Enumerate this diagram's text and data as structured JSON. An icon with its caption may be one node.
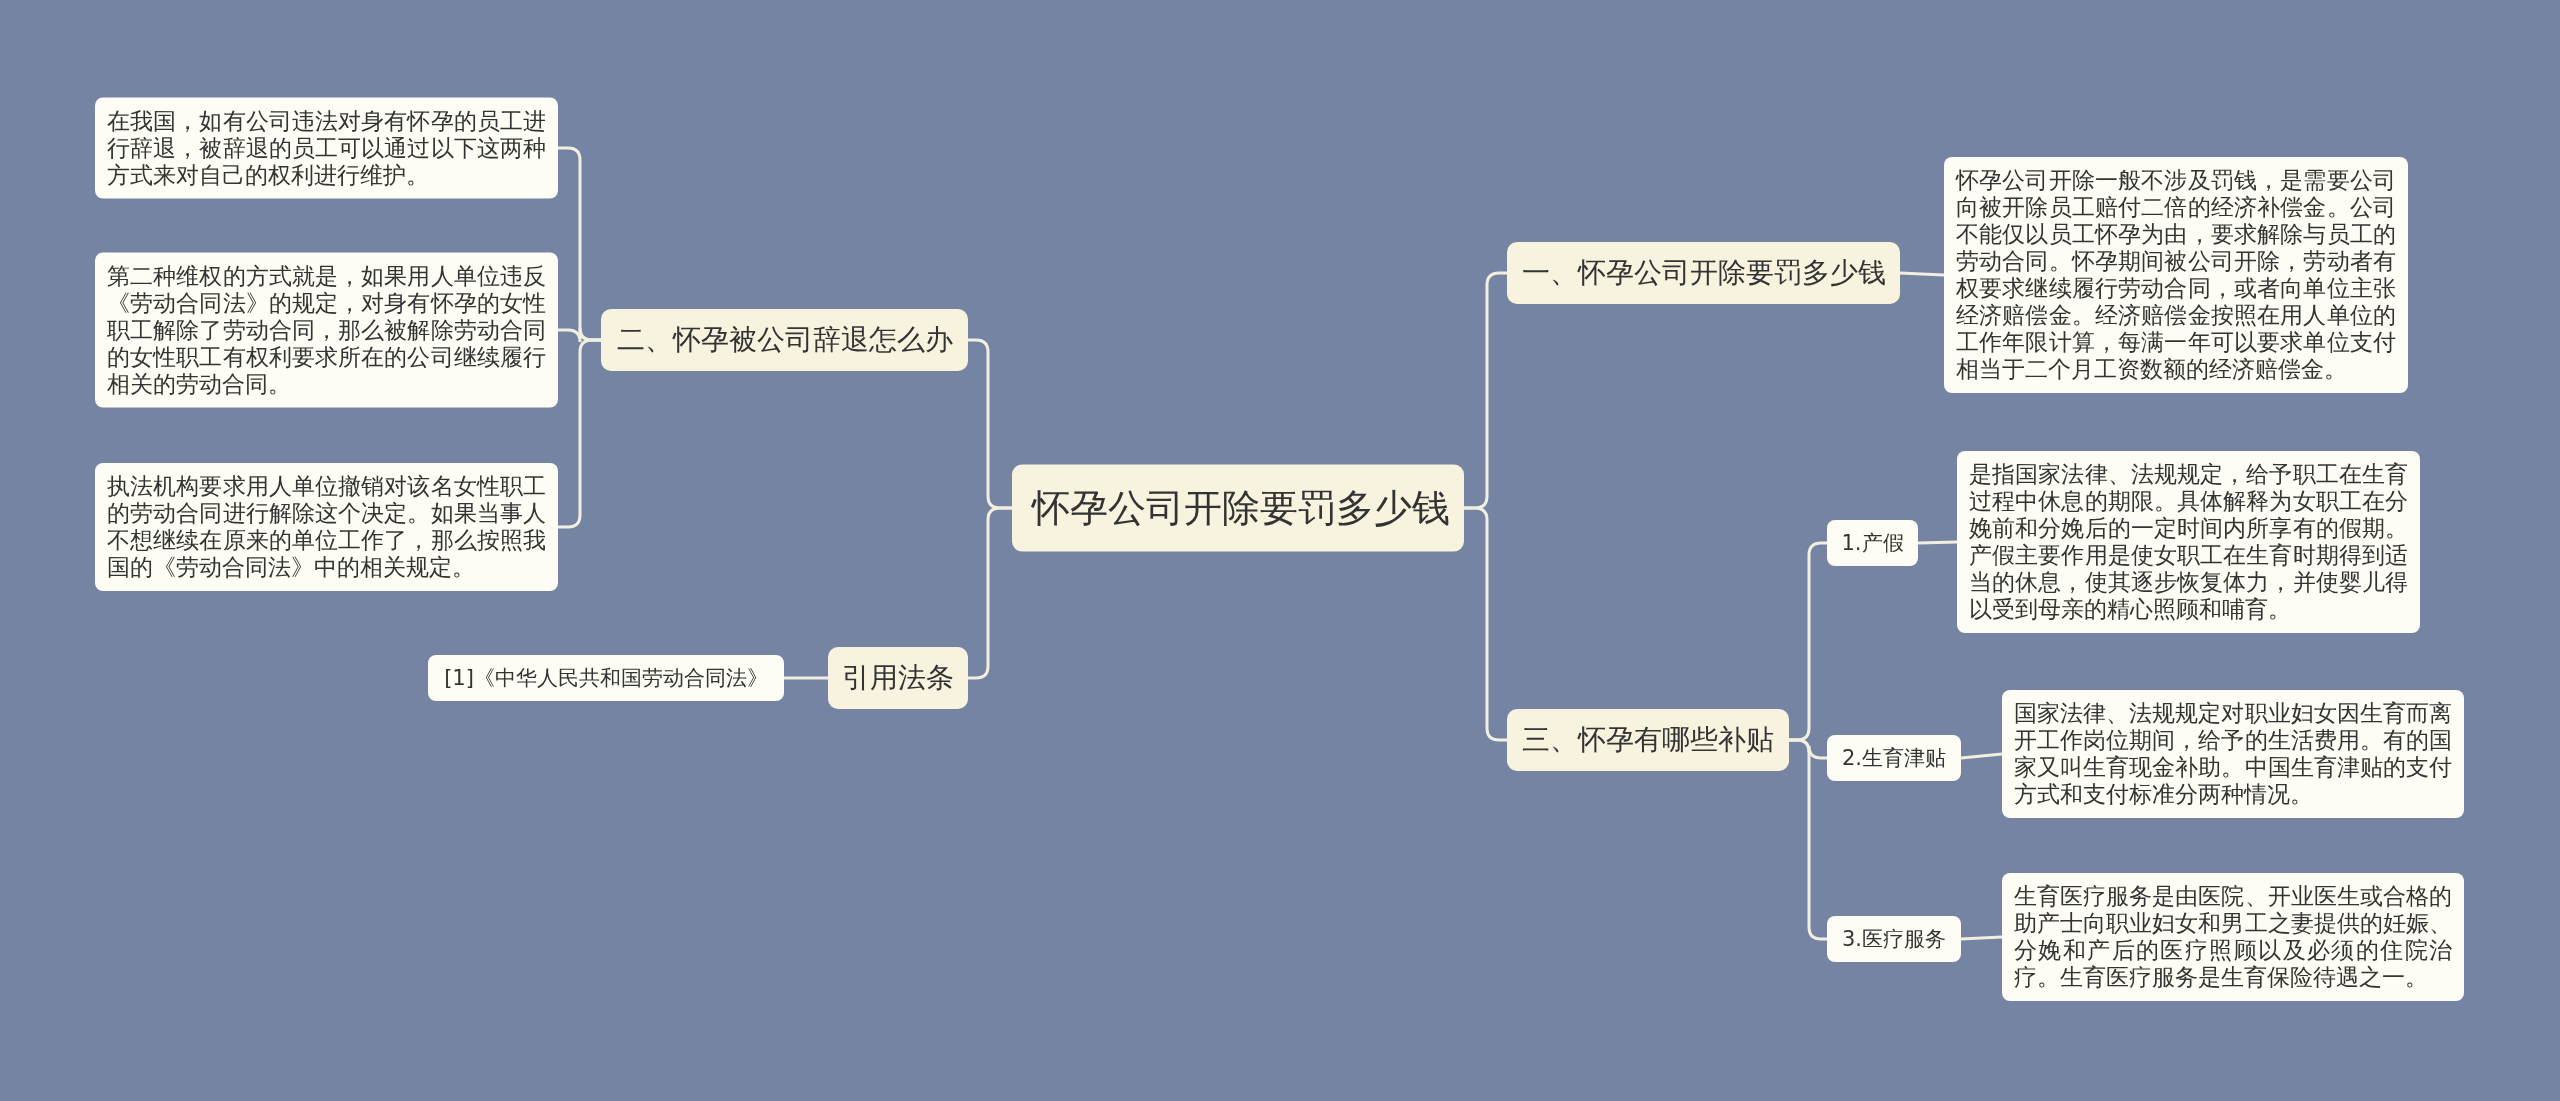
{
  "diagram": {
    "nodes": [
      {
        "text": [
          "怀孕公司开除要罚多少钱"
        ]
      },
      {
        "text": [
          "一、怀孕公司开除要罚多少钱"
        ]
      },
      {
        "text": [
          "怀孕公司开除一般不涉及罚钱，是需要公司向被开除员工赔付二倍的经济补偿金。公司不能仅以员工怀孕为由，要求解除与员工的劳动合同。怀孕期间被公司开除，劳动者有权要求继续履行劳动合同，或者向单位主张经济赔偿金。经济赔偿金按照在用人单位的工作年限计算，每满一年可以要求单位支付相当于二个月工资数额的经济赔偿金。"
        ]
      },
      {
        "text": [
          "三、怀孕有哪些补贴"
        ]
      },
      {
        "text": [
          "1.产假"
        ]
      },
      {
        "text": [
          "是指国家法律、法规规定，给予职工在生育过程中休息的期限。具体解释为女职工在分娩前和分娩后的一定时间内所享有的假期。产假主要作用是使女职工在生育时期得到适当的休息，使其逐步恢复体力，并使婴儿得以受到母亲的精心照顾和哺育。"
        ]
      },
      {
        "text": [
          "2.生育津贴"
        ]
      },
      {
        "text": [
          "国家法律、法规规定对职业妇女因生育而离开工作岗位期间，给予的生活费用。有的国家又叫生育现金补助。中国生育津贴的支付方式和支付标准分两种情况。"
        ]
      },
      {
        "text": [
          "3.医疗服务"
        ]
      },
      {
        "text": [
          "生育医疗服务是由医院、开业医生或合格的助产士向职业妇女和男工之妻提供的妊娠、分娩和产后的医疗照顾以及必须的住院治疗。生育医疗服务是生育保险待遇之一。"
        ]
      },
      {
        "text": [
          "二、怀孕被公司辞退怎么办"
        ]
      },
      {
        "text": [
          "在我国，如有公司违法对身有怀孕的员工进行辞退，被辞退的员工可以通过以下这两种方式来对自己的权利进行维护。"
        ]
      },
      {
        "text": [
          "第二种维权的方式就是，如果用人单位违反《劳动合同法》的规定，对身有怀孕的女性职工解除了劳动合同，那么被解除劳动合同的女性职工有权利要求所在的公司继续履行相关的劳动合同。"
        ]
      },
      {
        "text": [
          "执法机构要求用人单位撤销对该名女性职工的劳动合同进行解除这个决定。如果当事人不想继续在原来的单位工作了，那么按照我国的《劳动合同法》中的相关规定。"
        ]
      },
      {
        "text": [
          "引用法条"
        ]
      },
      {
        "text": [
          "[1]《中华人民共和国劳动合同法》"
        ]
      }
    ],
    "edges": [
      {
        "from": 0,
        "to": 1,
        "arrow": "none"
      },
      {
        "from": 1,
        "to": 2,
        "arrow": "none"
      },
      {
        "from": 0,
        "to": 3,
        "arrow": "none"
      },
      {
        "from": 3,
        "to": 4,
        "arrow": "none"
      },
      {
        "from": 4,
        "to": 5,
        "arrow": "none"
      },
      {
        "from": 3,
        "to": 6,
        "arrow": "none"
      },
      {
        "from": 6,
        "to": 7,
        "arrow": "none"
      },
      {
        "from": 3,
        "to": 8,
        "arrow": "none"
      },
      {
        "from": 8,
        "to": 9,
        "arrow": "none"
      },
      {
        "from": 0,
        "to": 10,
        "arrow": "none"
      },
      {
        "from": 10,
        "to": 11,
        "arrow": "none"
      },
      {
        "from": 10,
        "to": 12,
        "arrow": "none"
      },
      {
        "from": 10,
        "to": 13,
        "arrow": "none"
      },
      {
        "from": 0,
        "to": 14,
        "arrow": "none"
      },
      {
        "from": 14,
        "to": 15,
        "arrow": "none"
      }
    ]
  }
}
